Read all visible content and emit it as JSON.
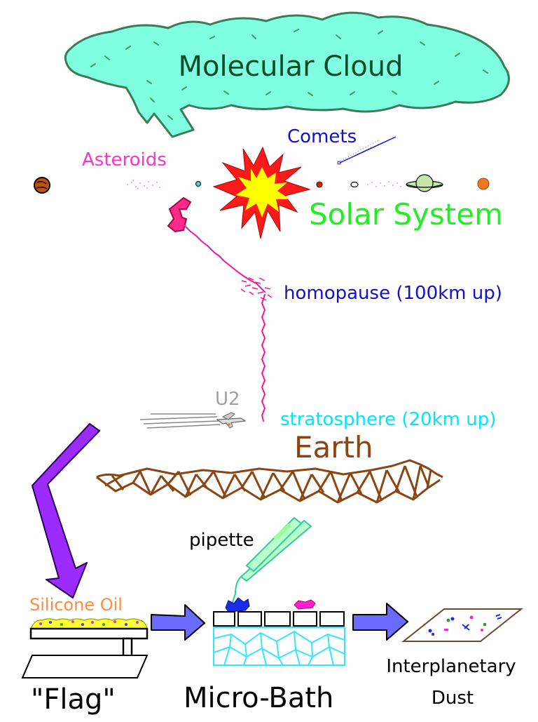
{
  "title": "Molecular Cloud",
  "labels": {
    "comets": "Comets",
    "asteroids": "Asteroids",
    "solar_system": "Solar System",
    "homopause": "homopause (100km up)",
    "u2": "U2",
    "stratosphere": "stratosphere (20km up)",
    "earth": "Earth",
    "pipette": "pipette",
    "silicone_oil": "Silicone Oil",
    "flag": "\"Flag\"",
    "micro_bath": "Micro-Bath",
    "idp_line1": "Interplanetary",
    "idp_line2": "Dust"
  },
  "colors": {
    "cloud_fill": "#80ffe0",
    "cloud_stroke": "#3c7a5c",
    "title": "#0b4a2f",
    "comets": "#1010d0",
    "asteroids": "#ff33cc",
    "solar_system": "#22ee22",
    "homopause": "#1010d0",
    "u2": "#a0a0a0",
    "stratosphere": "#00e5ff",
    "earth": "#8b4513",
    "sun_outer": "#ff1a1a",
    "sun_inner": "#ffff00",
    "particle_track": "#ff1493",
    "purple_arrow": "#9b2bff",
    "blue_arrow": "#6a6aff",
    "silicone_oil": "#ff8c42",
    "oil_layer": "#ffff33",
    "bath": "#33e6ff",
    "pipette": "#33cc99",
    "text": "#000000"
  }
}
